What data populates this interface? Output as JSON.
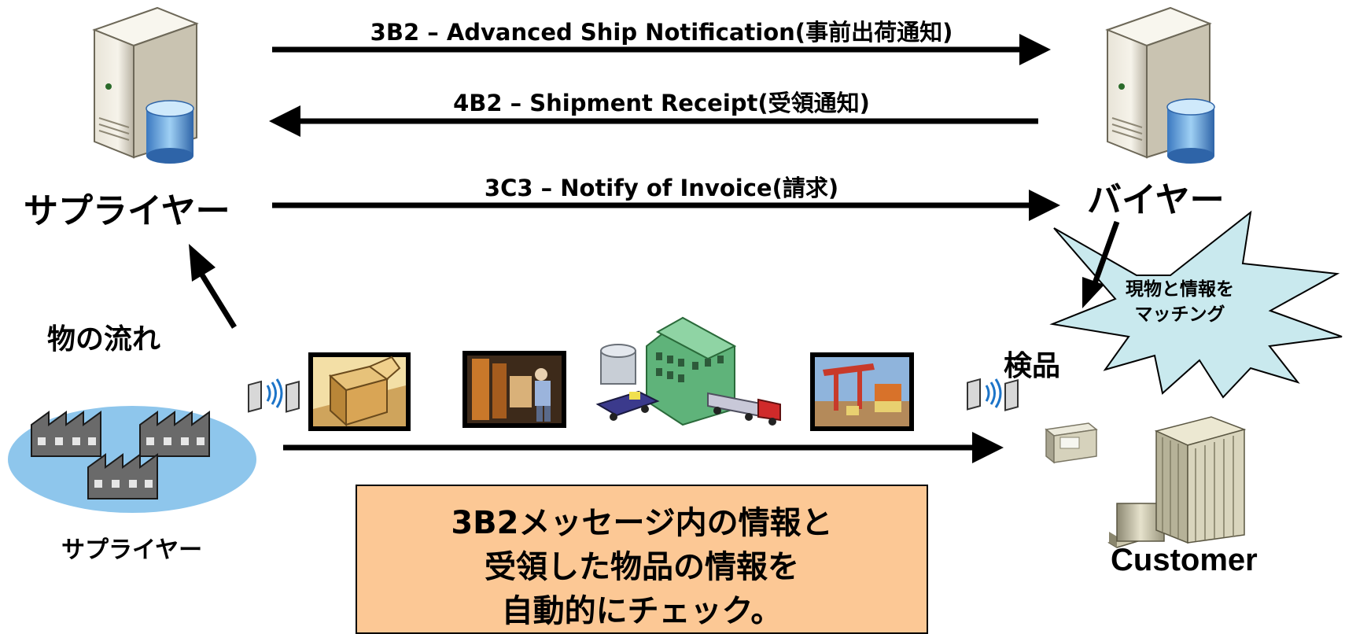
{
  "messages": {
    "asn": "3B2 – Advanced Ship Notification(事前出荷通知)",
    "receipt": "4B2 – Shipment Receipt(受領通知)",
    "invoice": "3C3 – Notify of Invoice(請求)"
  },
  "actors": {
    "supplier": "サプライヤー",
    "buyer": "バイヤー",
    "supplier_factory": "サプライヤー",
    "customer": "Customer"
  },
  "flow": {
    "goods_flow": "物の流れ",
    "inspection": "検品"
  },
  "burst": {
    "line1": "現物と情報を",
    "line2": "マッチング"
  },
  "note": {
    "line1": "3B2メッセージ内の情報と",
    "line2": "受領した物品の情報を",
    "line3": "自動的にチェック。"
  },
  "colors": {
    "note_fill": "#fcc895",
    "burst_fill": "#c9e9ee",
    "ellipse_fill": "#8ec6ec",
    "arrow": "#000000"
  }
}
